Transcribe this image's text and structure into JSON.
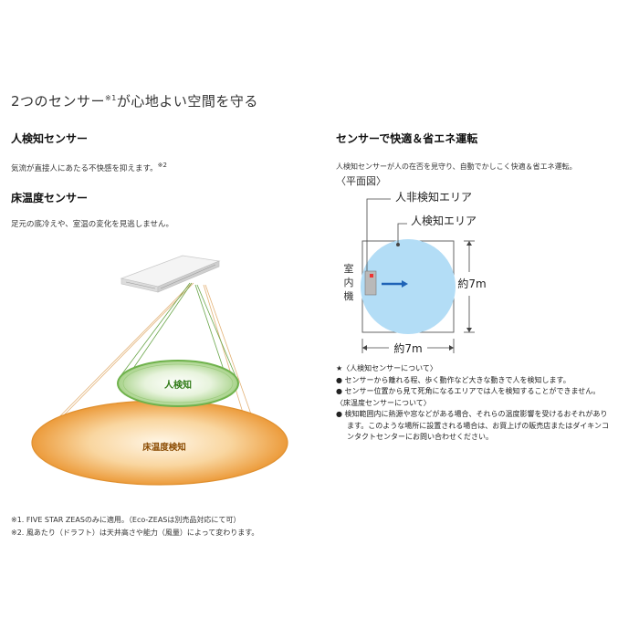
{
  "title": {
    "main": "2つのセンサー",
    "sup": "※1",
    "rest": "が心地よい空間を守る"
  },
  "left": {
    "sensor1": {
      "heading": "人検知センサー",
      "desc": "気流が直接人にあたる不快感を抑えます。",
      "sup": "※2"
    },
    "sensor2": {
      "heading": "床温度センサー",
      "desc": "足元の底冷えや、室温の変化を見逃しません。"
    },
    "diagram": {
      "person_label": "人検知",
      "floor_label": "床温度検知"
    }
  },
  "right": {
    "heading": "センサーで快適＆省エネ運転",
    "desc": "人検知センサーが人の在否を見守り、自動でかしこく快適＆省エネ運転。",
    "plan_label": "〈平面図〉",
    "plan": {
      "outer_area": "人非検知エリア",
      "inner_area": "人検知エリア",
      "unit_label": [
        "室",
        "内",
        "機"
      ],
      "height_label": "約7m",
      "width_label": "約7m"
    },
    "notes": [
      "★〈人検知センサーについて〉",
      "● センサーから離れる程、歩く動作など大きな動きで人を検知します。",
      "● センサー位置から見て死角になるエリアでは人を検知することができません。",
      "〈床温度センサーについて〉",
      "● 検知範囲内に熱源や窓などがある場合、それらの温度影響を受けるおそれがあり",
      "ます。このような場所に設置される場合は、お買上げの販売店またはダイキンコ",
      "ンタクトセンターにお問い合わせください。"
    ]
  },
  "footnotes": [
    "※1. FIVE STAR ZEASのみに適用。（Eco-ZEASは別売品対応にて可）",
    "※2. 風あたり（ドラフト）は天井高さや能力（風量）によって変わります。"
  ],
  "colors": {
    "plan_blue": "#b3ddf6",
    "arrow_blue": "#1f63b6",
    "green": "#7dbf5a",
    "orange": "#e9962e"
  }
}
